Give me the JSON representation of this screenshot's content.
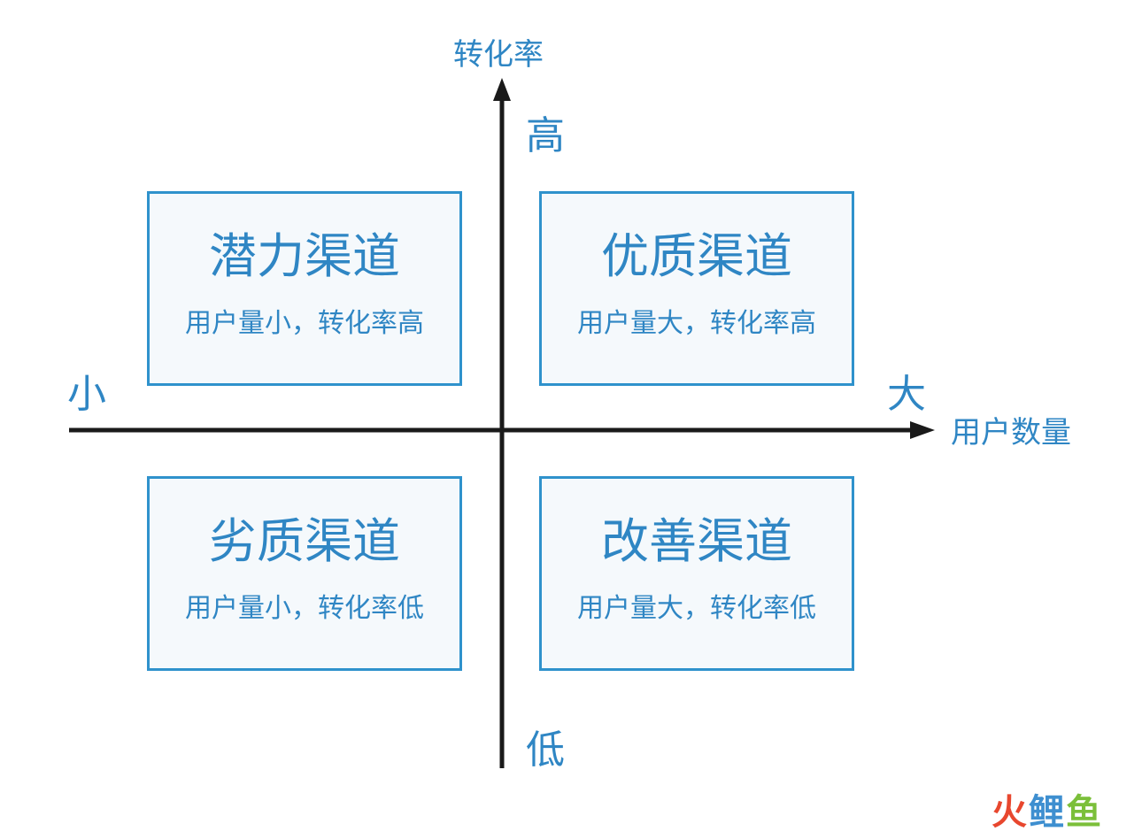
{
  "axes": {
    "y_title": "转化率",
    "y_high": "高",
    "y_low": "低",
    "x_title": "用户数量",
    "x_small": "小",
    "x_large": "大"
  },
  "quadrants": {
    "top_left": {
      "title": "潜力渠道",
      "desc": "用户量小，转化率高"
    },
    "top_right": {
      "title": "优质渠道",
      "desc": "用户量大，转化率高"
    },
    "bottom_left": {
      "title": "劣质渠道",
      "desc": "用户量小，转化率低"
    },
    "bottom_right": {
      "title": "改善渠道",
      "desc": "用户量大，转化率低"
    }
  },
  "watermark": {
    "part1": "火",
    "part2": "鲤",
    "part3": "鱼"
  },
  "colors": {
    "accent": "#2f86c4",
    "box_border": "#2f92cc",
    "box_fill": "#f5f9fc",
    "axis": "#1a1a1a"
  }
}
